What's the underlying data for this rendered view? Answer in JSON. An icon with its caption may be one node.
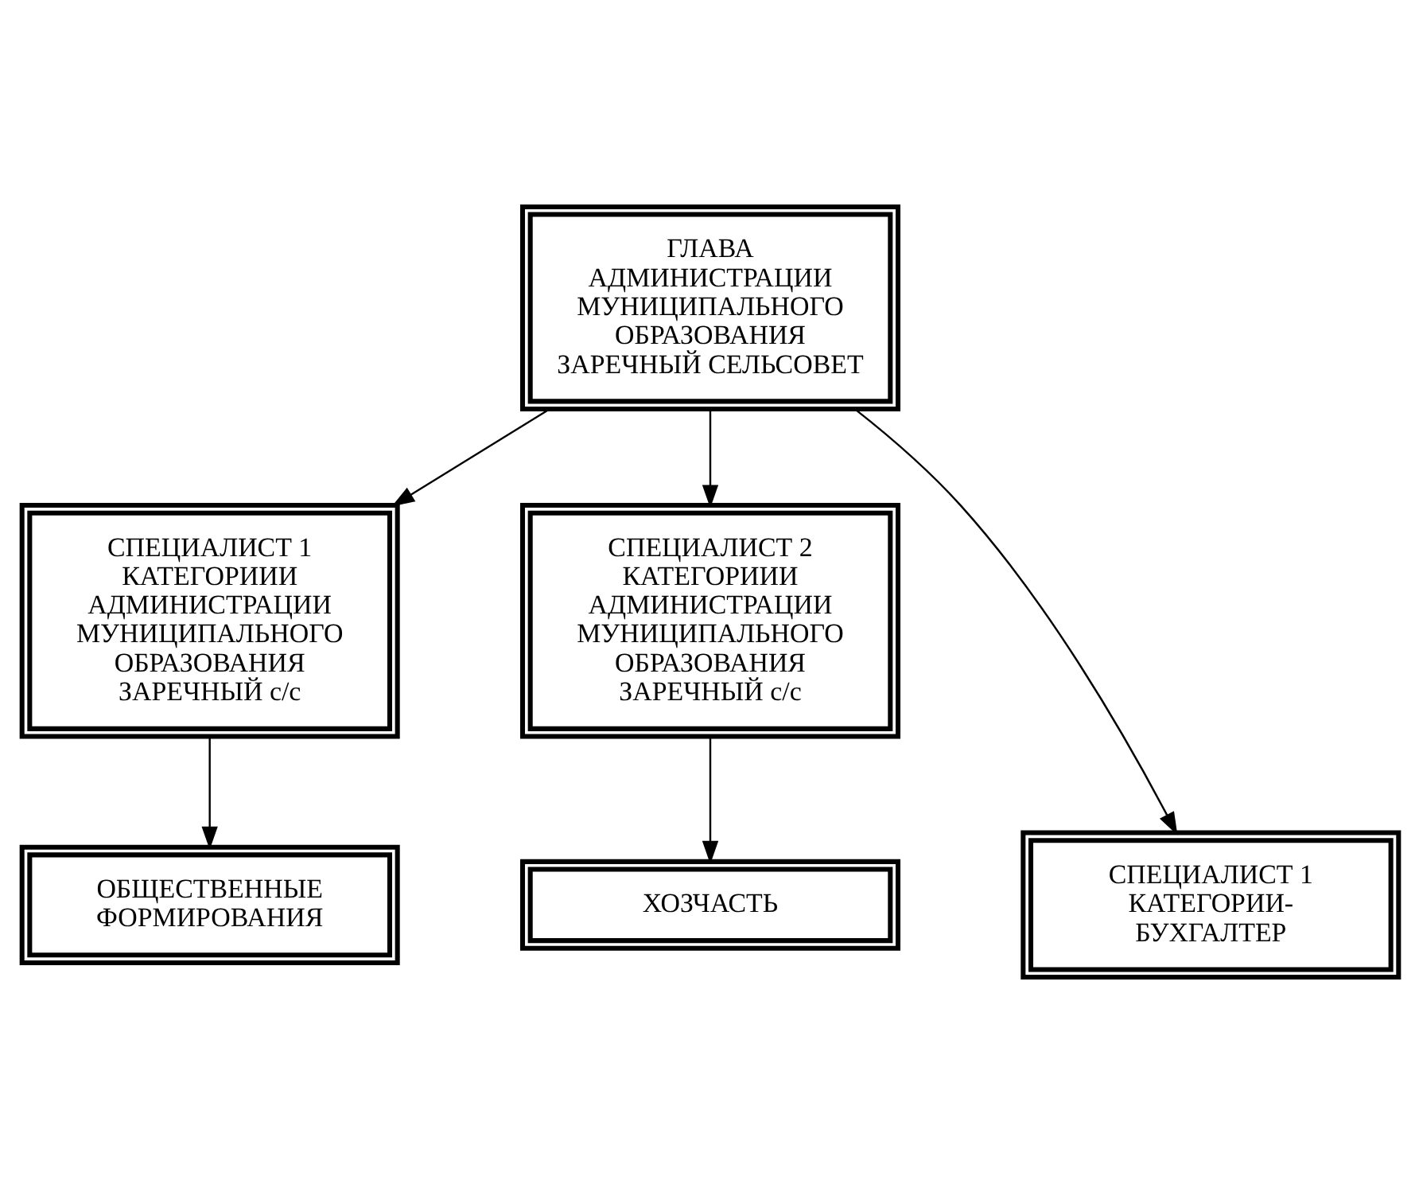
{
  "diagram": {
    "nodes": [
      {
        "text": [
          "ГЛАВА АДМИНИСТРАЦИИ МУНИЦИПАЛЬНОГО ОБРАЗОВАНИЯ ЗАРЕЧНЫЙ СЕЛЬСОВЕТ"
        ]
      },
      {
        "text": [
          "СПЕЦИАЛИСТ 1 КАТЕГОРИИИ АДМИНИСТРАЦИИ МУНИЦИПАЛЬНОГО ОБРАЗОВАНИЯ ЗАРЕЧНЫЙ с/с"
        ]
      },
      {
        "text": [
          "СПЕЦИАЛИСТ 2 КАТЕГОРИИИ АДМИНИСТРАЦИИ МУНИЦИПАЛЬНОГО ОБРАЗОВАНИЯ ЗАРЕЧНЫЙ с/с"
        ]
      },
      {
        "text": [
          "СПЕЦИАЛИСТ 1 КАТЕГОРИИ- БУХГАЛТЕР"
        ]
      },
      {
        "text": [
          "ОБЩЕСТВЕННЫЕ ФОРМИРОВАНИЯ"
        ]
      },
      {
        "text": [
          "ХОЗЧАСТЬ"
        ]
      }
    ],
    "edges": [
      {
        "from": 0,
        "to": 1,
        "arrow": "to"
      },
      {
        "from": 0,
        "to": 3,
        "arrow": "to"
      },
      {
        "from": 0,
        "to": 2,
        "arrow": "to"
      },
      {
        "from": 1,
        "to": 4,
        "arrow": "to"
      },
      {
        "from": 2,
        "to": 5,
        "arrow": "to"
      }
    ]
  }
}
